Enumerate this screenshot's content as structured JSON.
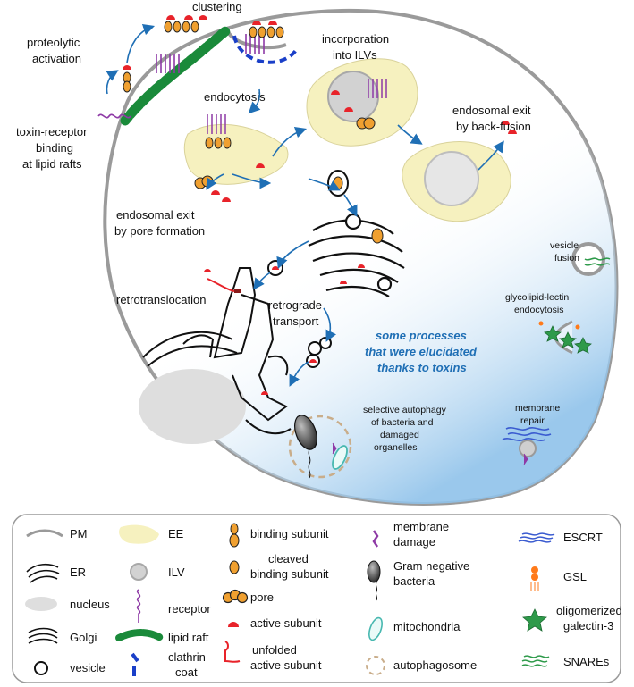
{
  "labels": {
    "clustering": "clustering",
    "proteolytic_activation": [
      "proteolytic",
      "activation"
    ],
    "toxin_receptor": [
      "toxin-receptor",
      "binding",
      "at lipid rafts"
    ],
    "endocytosis": "endocytosis",
    "incorporation": [
      "incorporation",
      "into ILVs"
    ],
    "endosomal_exit_back": [
      "endosomal exit",
      "by back-fusion"
    ],
    "endosomal_exit_pore": [
      "endosomal exit",
      "by pore formation"
    ],
    "retrotranslocation": "retrotranslocation",
    "retrograde": [
      "retrograde",
      "transport"
    ],
    "highlight": [
      "some processes",
      "that were elucidated",
      "thanks to toxins"
    ],
    "vesicle_fusion": [
      "vesicle",
      "fusion"
    ],
    "glycolipid": [
      "glycolipid-lectin",
      "endocytosis"
    ],
    "membrane_repair": [
      "membrane",
      "repair"
    ],
    "autophagy": [
      "selective autophagy",
      "of bacteria and",
      "damaged",
      "organelles"
    ]
  },
  "legend": {
    "pm": "PM",
    "er": "ER",
    "nucleus": "nucleus",
    "golgi": "Golgi",
    "vesicle": "vesicle",
    "ee": "EE",
    "ilv": "ILV",
    "receptor": "receptor",
    "lipid_raft": "lipid raft",
    "clathrin": [
      "clathrin",
      "coat"
    ],
    "binding": "binding subunit",
    "cleaved": [
      "cleaved",
      "binding subunit"
    ],
    "pore": "pore",
    "active": "active subunit",
    "unfolded": [
      "unfolded",
      "active subunit"
    ],
    "membrane_damage": [
      "membrane",
      "damage"
    ],
    "gram": [
      "Gram negative",
      "bacteria"
    ],
    "mitochondria": "mitochondria",
    "autophagosome": "autophagosome",
    "escrt": "ESCRT",
    "gsl": "GSL",
    "galectin": [
      "oligomerized",
      "galectin-3"
    ],
    "snares": "SNAREs"
  },
  "colors": {
    "pm": "#9a9a9a",
    "ee": "#f6f1bf",
    "ilv": "#d2d2d2",
    "receptor": "#8e3aa6",
    "raft": "#1a8a3a",
    "clathrin": "#1a3fc8",
    "binding": "#f0a030",
    "active": "#e8232a",
    "accent": "#1f6fb5",
    "galectin": "#2e9a4a",
    "escrt": "#3a5bd0",
    "mito": "#48b8b0",
    "autophagosome": "#c9ad8a"
  }
}
